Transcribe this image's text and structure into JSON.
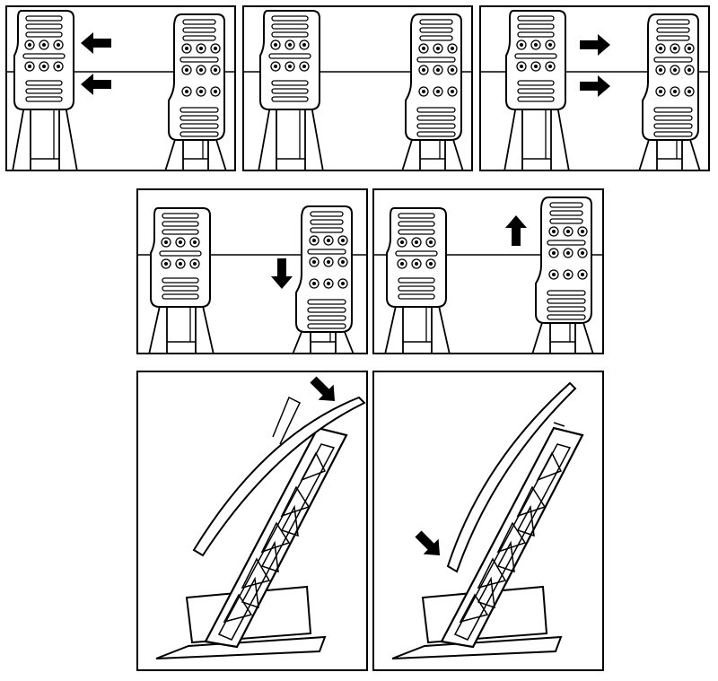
{
  "colors": {
    "line": "#000000",
    "background": "#ffffff",
    "arrow": "#000000"
  },
  "figure": {
    "panels": [
      {
        "id": "p1",
        "kind": "pedal-pair",
        "left_pad": "wide",
        "right_pad": "tall",
        "arrow": "left",
        "arrow_target": "left-pad",
        "arrow_icon": "arrow-left-icon"
      },
      {
        "id": "p2",
        "kind": "pedal-pair",
        "left_pad": "wide",
        "right_pad": "tall",
        "arrow": "none"
      },
      {
        "id": "p3",
        "kind": "pedal-pair",
        "left_pad": "wide",
        "right_pad": "tall",
        "arrow": "right",
        "arrow_target": "left-pad",
        "arrow_icon": "arrow-right-icon"
      },
      {
        "id": "p4",
        "kind": "pedal-pair",
        "left_pad": "wide",
        "right_pad": "tall",
        "arrow": "down",
        "arrow_target": "right-pad",
        "arrow_icon": "arrow-down-icon"
      },
      {
        "id": "p5",
        "kind": "pedal-pair",
        "left_pad": "wide",
        "right_pad": "tall",
        "arrow": "up",
        "arrow_target": "right-pad",
        "arrow_icon": "arrow-up-icon"
      },
      {
        "id": "p6",
        "kind": "pedal-side",
        "arrow": "down-right",
        "arrow_target": "pad-top",
        "arrow_icon": "arrow-down-right-icon"
      },
      {
        "id": "p7",
        "kind": "pedal-side",
        "arrow": "down-right",
        "arrow_target": "pad-bottom",
        "arrow_icon": "arrow-down-right-icon"
      }
    ]
  }
}
